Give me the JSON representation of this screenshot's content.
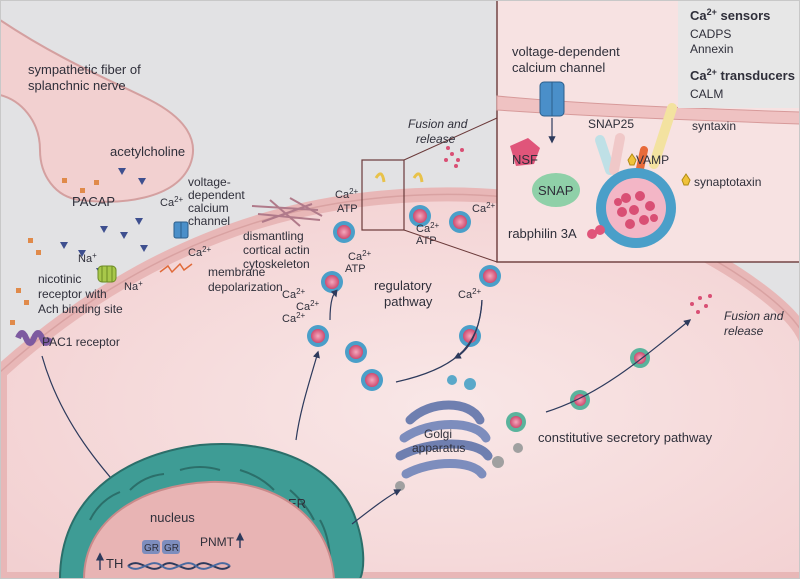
{
  "labels": {
    "nerve_line1": "sympathetic fiber of",
    "nerve_line2": "splanchnic nerve",
    "acetylcholine": "acetylcholine",
    "pacap": "PACAP",
    "na_plus": "Na",
    "vdcc_line1": "voltage-",
    "vdcc_line2": "dependent",
    "vdcc_line3": "calcium",
    "vdcc_line4": "channel",
    "ca": "Ca",
    "nicotinic_line1": "nicotinic",
    "nicotinic_line2": "receptor with",
    "nicotinic_line3": "Ach binding site",
    "membrane_line1": "membrane",
    "membrane_line2": "depolarization",
    "pac1": "PAC1 receptor",
    "dismantling_line1": "dismantling",
    "dismantling_line2": "cortical actin",
    "dismantling_line3": "cytoskeleton",
    "atp": "ATP",
    "regulatory_line1": "regulatory",
    "regulatory_line2": "pathway",
    "fusion_line1": "Fusion and",
    "fusion_line2": "release",
    "golgi_line1": "Golgi",
    "golgi_line2": "apparatus",
    "constitutive": "constitutive secretory pathway",
    "er": "ER",
    "nucleus": "nucleus",
    "gr": "GR",
    "pnmt": "PNMT",
    "th": "TH"
  },
  "inset": {
    "vdcc_line1": "voltage-dependent",
    "vdcc_line2": "calcium channel",
    "snap25": "SNAP25",
    "syntaxin": "syntaxin",
    "nsf": "NSF",
    "snap": "SNAP",
    "vamp": "VAMP",
    "synaptotaxin": "synaptotaxin",
    "rabphilin": "rabphilin 3A"
  },
  "legend": {
    "sensors_title": "Ca",
    "sensors_suffix": " sensors",
    "sensors_items": [
      "CADPS",
      "Annexin"
    ],
    "transducers_title": "Ca",
    "transducers_suffix": " transducers",
    "transducers_items": [
      "CALM"
    ]
  },
  "superscripts": {
    "plus": "+",
    "two_plus": "2+"
  },
  "colors": {
    "cell_fill": "#f6dcdc",
    "membrane": "#f0c8c8",
    "membrane_edge": "#d79a9a",
    "nerve_fill": "#f2d0d0",
    "vesicle_ring": "#4a9fc9",
    "vesicle_core": "#d94f74",
    "er_green": "#3e9c95",
    "golgi_blue": "#6f7fb0",
    "arrow": "#2d3a5c",
    "inset_bg": "#f7e2e2",
    "legend_bg": "#e7e7e7"
  }
}
